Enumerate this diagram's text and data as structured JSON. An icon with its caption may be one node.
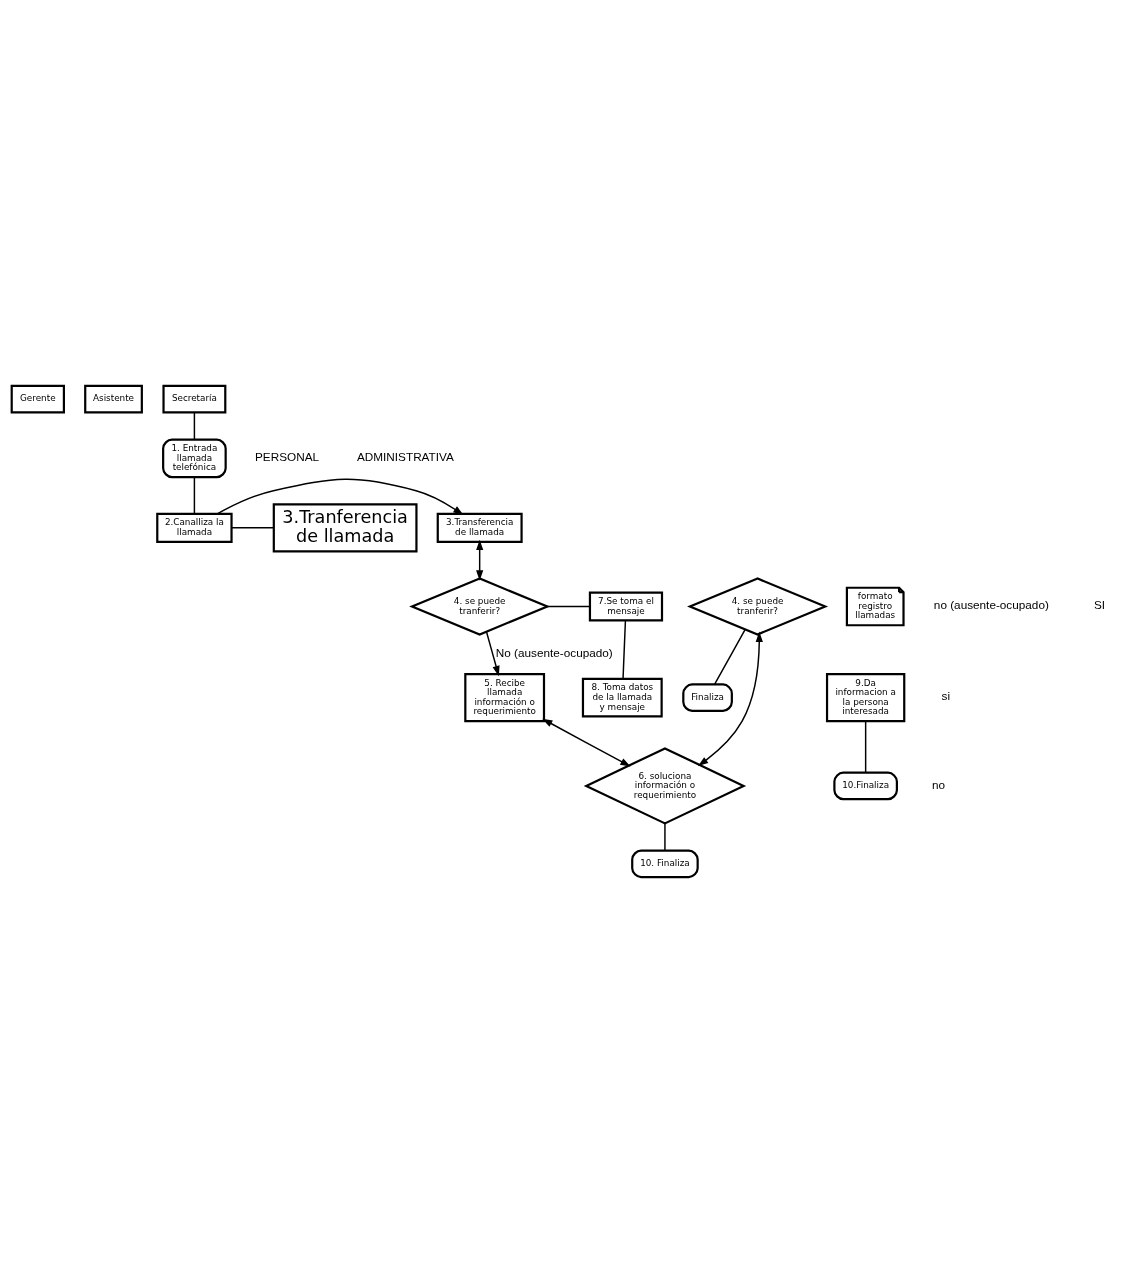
{
  "diagram": {
    "nodes": [
      {
        "text": [
          "Gerente"
        ]
      },
      {
        "text": [
          "Asistente"
        ]
      },
      {
        "text": [
          "Secretaría"
        ]
      },
      {
        "text": [
          "1. Entrada llamada telefónica"
        ]
      },
      {
        "text": [
          "2.Canalliza la llamada"
        ]
      },
      {
        "text": [
          "3.Transferencia de llamada"
        ]
      },
      {
        "text": [
          "3.Tranferencia de llamada"
        ]
      },
      {
        "text": [
          "4. se puede tranferir?"
        ]
      },
      {
        "text": [
          "7.Se toma el mensaje"
        ]
      },
      {
        "text": [
          "formato registro llamadas"
        ]
      },
      {
        "text": [
          "4. se puede tranferir?"
        ]
      },
      {
        "text": [
          "8. Toma datos de la llamada y mensaje"
        ]
      },
      {
        "text": [
          "5. Recibe llamada información o requerimiento"
        ]
      },
      {
        "text": [
          "Finaliza"
        ]
      },
      {
        "text": [
          "9.Da informacion a la persona interesada"
        ]
      },
      {
        "text": [
          "6. soluciona información o requerimiento"
        ]
      },
      {
        "text": [
          "10.Finaliza"
        ]
      },
      {
        "text": [
          "10. Finaliza"
        ]
      }
    ],
    "edges": [
      {
        "from": 2,
        "to": 3,
        "arrow": "none"
      },
      {
        "from": 3,
        "to": 4,
        "arrow": "none"
      },
      {
        "from": 4,
        "to": 6,
        "arrow": "none"
      },
      {
        "from": 4,
        "to": 5,
        "arrow": "to"
      },
      {
        "from": 5,
        "to": 7,
        "arrow": "both"
      },
      {
        "from": 7,
        "to": 8,
        "arrow": "none"
      },
      {
        "from": 8,
        "to": 11,
        "arrow": "none"
      },
      {
        "from": 7,
        "to": 12,
        "arrow": "to",
        "label": "No (ausente-ocupado)"
      },
      {
        "from": 10,
        "to": 13,
        "arrow": "none"
      },
      {
        "from": 10,
        "to": 15,
        "arrow": "both"
      },
      {
        "from": 12,
        "to": 15,
        "arrow": "both"
      },
      {
        "from": 14,
        "to": 16,
        "arrow": "none"
      },
      {
        "from": 15,
        "to": 17,
        "arrow": "none"
      }
    ],
    "labels": [
      "PERSONAL",
      "ADMINISTRATIVA",
      "no (ausente-ocupado)",
      "SI",
      "si",
      "no"
    ]
  }
}
